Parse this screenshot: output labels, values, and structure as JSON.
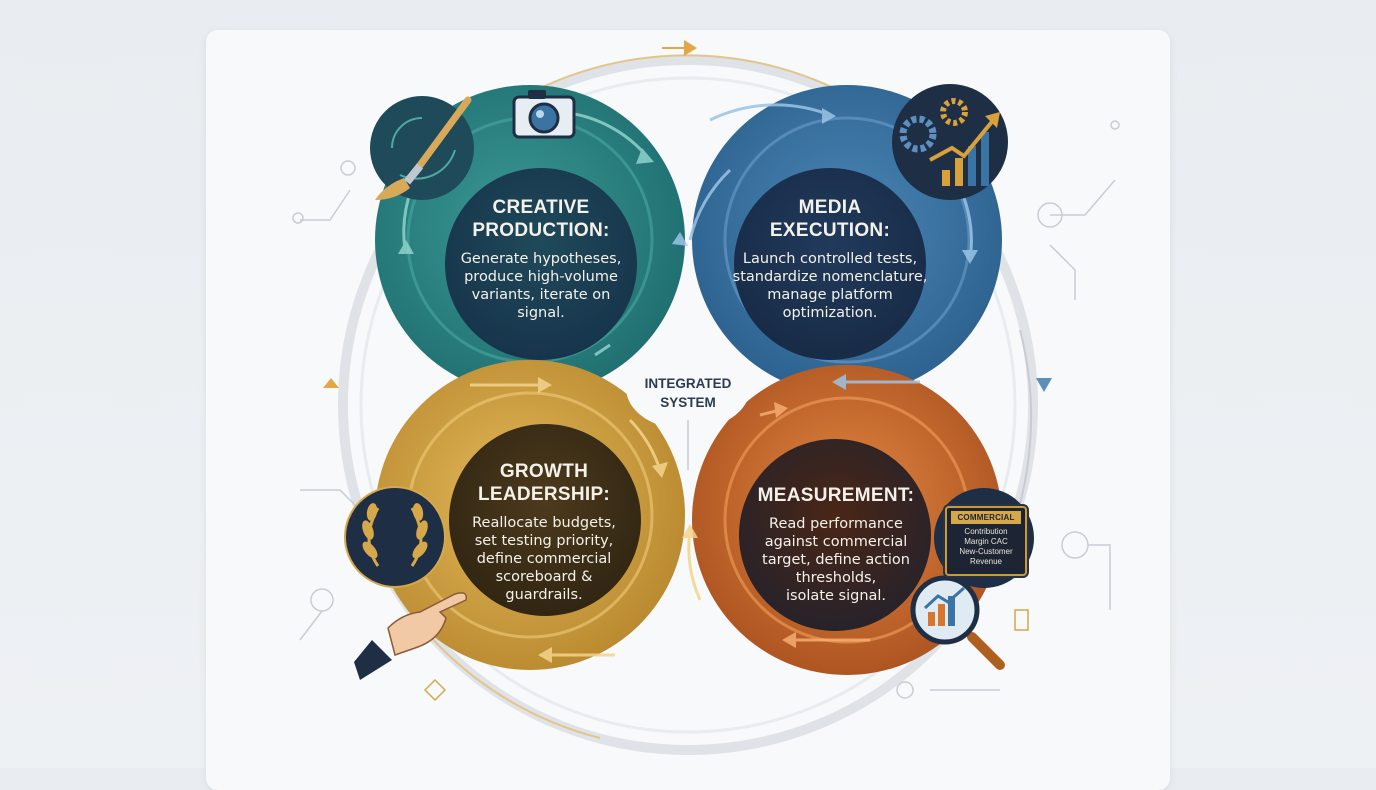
{
  "center": {
    "line1": "INTEGRATED",
    "line2": "SYSTEM"
  },
  "stages": [
    {
      "title_line1": "CREATIVE",
      "title_line2": "PRODUCTION:",
      "desc_lines": [
        "Generate hypotheses,",
        "produce high-volume",
        "variants, iterate on",
        "signal."
      ],
      "color": "#2f8a86"
    },
    {
      "title_line1": "MEDIA",
      "title_line2": "EXECUTION:",
      "desc_lines": [
        "Launch controlled tests,",
        "standardize nomenclature,",
        "manage platform",
        "optimization."
      ],
      "color": "#3a74a4"
    },
    {
      "title_line1": "GROWTH",
      "title_line2": "LEADERSHIP:",
      "desc_lines": [
        "Reallocate budgets,",
        "set testing priority,",
        "define commercial",
        "scoreboard &",
        "guardrails."
      ],
      "color": "#d3a43e"
    },
    {
      "title_line1": "MEASUREMENT:",
      "desc_lines": [
        "Read performance",
        "against commercial",
        "target, define action",
        "thresholds,",
        "isolate signal."
      ],
      "color": "#d9762e"
    }
  ],
  "kpi_card": {
    "header": "COMMERCIAL",
    "lines": [
      "Contribution",
      "Margin CAC",
      "New-Customer",
      "Revenue"
    ]
  },
  "icons": [
    "paintbrush-icon",
    "camera-icon",
    "gears-growth-chart-icon",
    "laurel-wreath-icon",
    "pointing-hand-icon",
    "magnifier-chart-icon",
    "kpi-card-icon"
  ],
  "colors": {
    "teal": "#2f8a86",
    "blue": "#3a74a4",
    "gold": "#d3a43e",
    "orange": "#d9762e",
    "navy": "#1d2e45"
  }
}
